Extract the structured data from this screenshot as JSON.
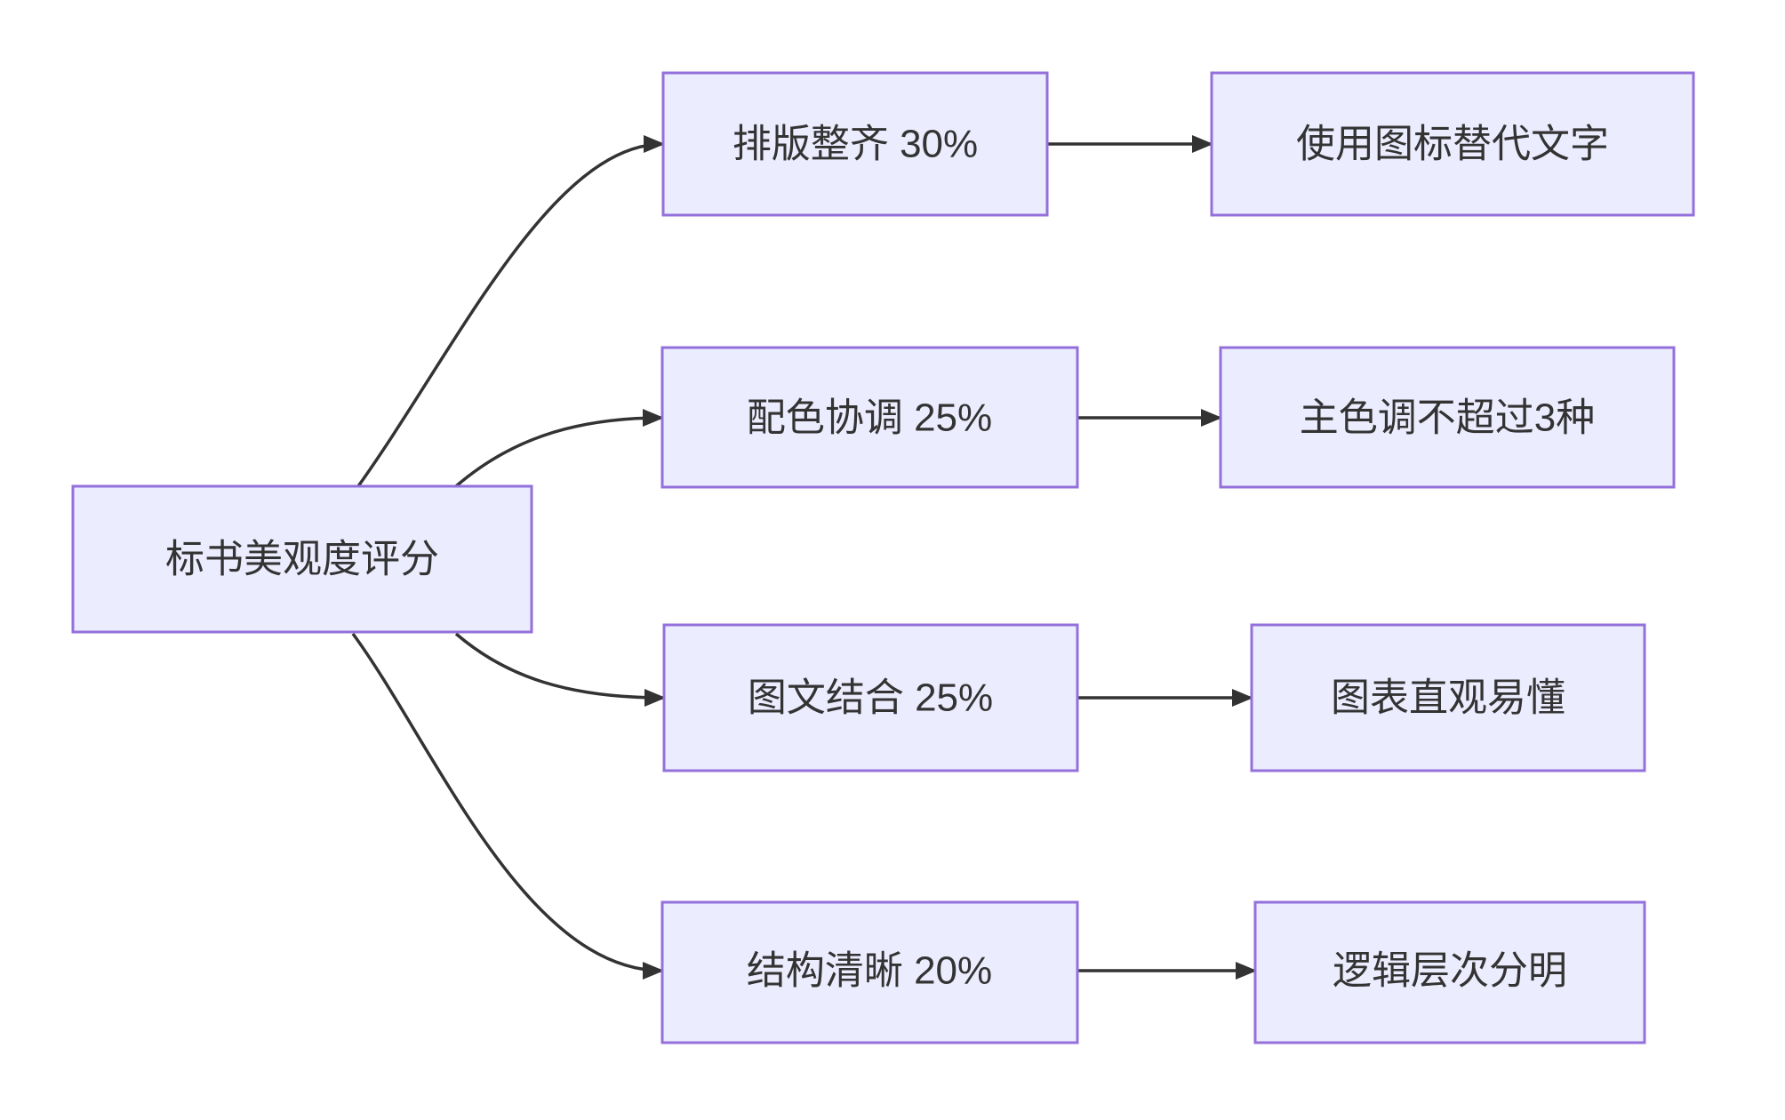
{
  "diagram": {
    "title_hint": "bid-document-aesthetics-scoring-flowchart",
    "root": {
      "label": "标书美观度评分"
    },
    "branches": [
      {
        "criterion": "排版整齐 30%",
        "detail": "使用图标替代文字"
      },
      {
        "criterion": "配色协调 25%",
        "detail": "主色调不超过3种"
      },
      {
        "criterion": "图文结合 25%",
        "detail": "图表直观易懂"
      },
      {
        "criterion": "结构清晰 20%",
        "detail": "逻辑层次分明"
      }
    ],
    "colors": {
      "node_fill": "#ECECFF",
      "node_border": "#9370DB",
      "edge": "#333333",
      "text": "#333333",
      "background": "#FFFFFF"
    }
  }
}
